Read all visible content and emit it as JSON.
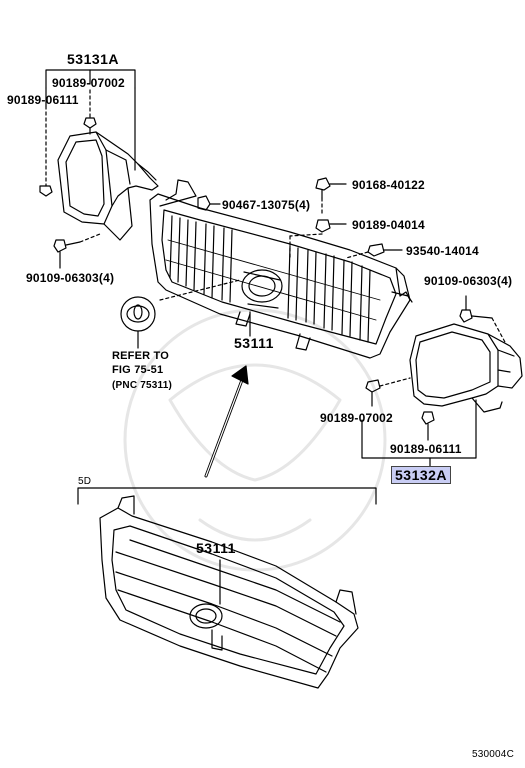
{
  "labels": {
    "p53131a": "53131A",
    "p90189_07002_top": "90189-07002",
    "p90189_06111_top": "90189-06111",
    "p90109_06303_left": "90109-06303(4)",
    "p90168_40122": "90168-40122",
    "p90467_13075": "90467-13075(4)",
    "p90189_04014": "90189-04014",
    "p93540_14014": "93540-14014",
    "p90109_06303_right": "90109-06303(4)",
    "p53111_upper": "53111",
    "refer_line1": "REFER TO",
    "refer_line2": "FIG 75-51",
    "refer_line3": "(PNC 75311)",
    "p90189_07002_right": "90189-07002",
    "p90189_06111_right": "90189-06111",
    "p53132a": "53132A",
    "variant_5d": "5D",
    "p53111_lower": "53111",
    "diagram_code": "530004C"
  },
  "colors": {
    "line": "#000000",
    "highlight_fill": "#c9cdf4",
    "background": "#ffffff"
  }
}
